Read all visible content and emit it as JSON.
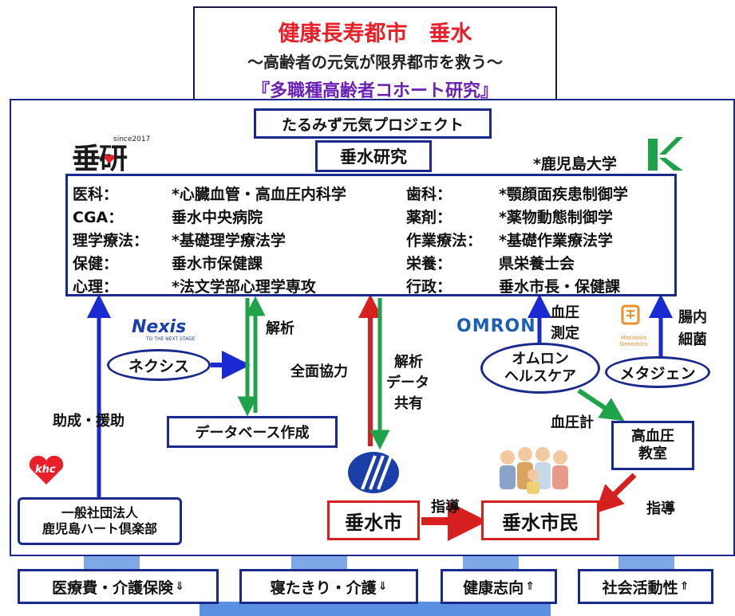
{
  "title": {
    "line1": "健康長寿都市　垂水",
    "line2": "～高齢者の元気が限界都市を救う～",
    "line3": "『多職種高齢者コホート研究』"
  },
  "project_label": "たるみず元気プロジェクト",
  "research_label": "垂水研究",
  "suiken_logo": {
    "text": "垂研",
    "since": "since2017"
  },
  "kagoshima_label": "*鹿児島大学",
  "departments": [
    {
      "field": "医科：",
      "unit": "*心臓血管・高血圧内科学"
    },
    {
      "field": "CGA：",
      "unit": "垂水中央病院"
    },
    {
      "field": "理学療法：",
      "unit": "*基礎理学療法学"
    },
    {
      "field": "保健：",
      "unit": "垂水市保健課"
    },
    {
      "field": "心理：",
      "unit": "*法文学部心理学専攻"
    },
    {
      "field": "歯科：",
      "unit": "*顎顔面疾患制御学"
    },
    {
      "field": "薬剤：",
      "unit": "*薬物動態制御学"
    },
    {
      "field": "作業療法：",
      "unit": "*基礎作業療法学"
    },
    {
      "field": "栄養：",
      "unit": "県栄養士会"
    },
    {
      "field": "行政：",
      "unit": "垂水市長・保健課"
    }
  ],
  "labels": {
    "analysis": "解析",
    "full_cooperation": "全面協力",
    "data_share": [
      "解析",
      "データ",
      "共有"
    ],
    "bp_measure": [
      "血圧",
      "測定"
    ],
    "gut_bacteria": [
      "腸内",
      "細菌"
    ],
    "grant_support": "助成・援助",
    "bp_meter": "血圧計",
    "guidance1": "指導",
    "guidance2": "指導"
  },
  "nexis": {
    "logo": "Nexis",
    "tagline": "TO THE NEXT STAGE",
    "name": "ネクシス"
  },
  "database_label": "データベース作成",
  "omron": {
    "logo": "OMRON",
    "name": [
      "オムロン",
      "ヘルスケア"
    ]
  },
  "metagen": {
    "logo_text": "Metabolo Genomics",
    "name": "メタジェン"
  },
  "bp_class": [
    "高血圧",
    "教室"
  ],
  "club": {
    "logo": "khc",
    "name": [
      "一般社団法人",
      "鹿児島ハート倶楽部"
    ]
  },
  "city": "垂水市",
  "citizens": "垂水市民",
  "outcomes": [
    {
      "label": "医療費・介護保険",
      "arrow": "⇓"
    },
    {
      "label": "寝たきり・介護",
      "arrow": "⇓"
    },
    {
      "label": "健康志向",
      "arrow": "⇑"
    },
    {
      "label": "社会活動性",
      "arrow": "⇑"
    }
  ],
  "colors": {
    "blue": "#1a2a8c",
    "red": "#e8202a",
    "green": "#1fa24a",
    "purple": "#6a1fb5"
  }
}
